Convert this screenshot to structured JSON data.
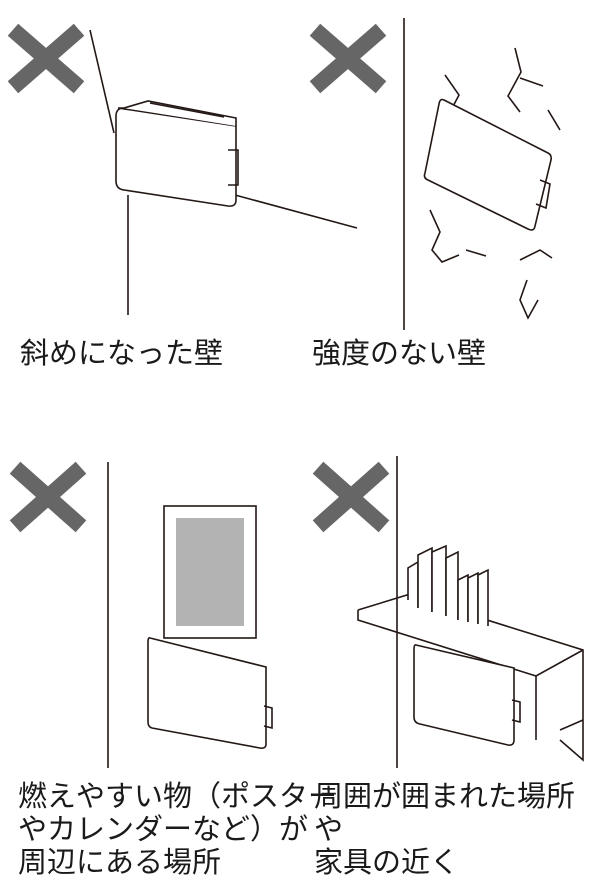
{
  "panels": [
    {
      "caption_lines": [
        "斜めになった壁"
      ]
    },
    {
      "caption_lines": [
        "強度のない壁"
      ]
    },
    {
      "caption_lines": [
        "燃えやすい物（ポスター",
        "やカレンダーなど）が",
        "周辺にある場所"
      ]
    },
    {
      "caption_lines": [
        "周囲が囲まれた場所や",
        "家具の近く"
      ]
    }
  ],
  "icons": {
    "prohibited": "cross-mark-icon"
  },
  "colors": {
    "cross": "#666666",
    "line": "#231815",
    "poster_fill": "#b3b3b3"
  }
}
